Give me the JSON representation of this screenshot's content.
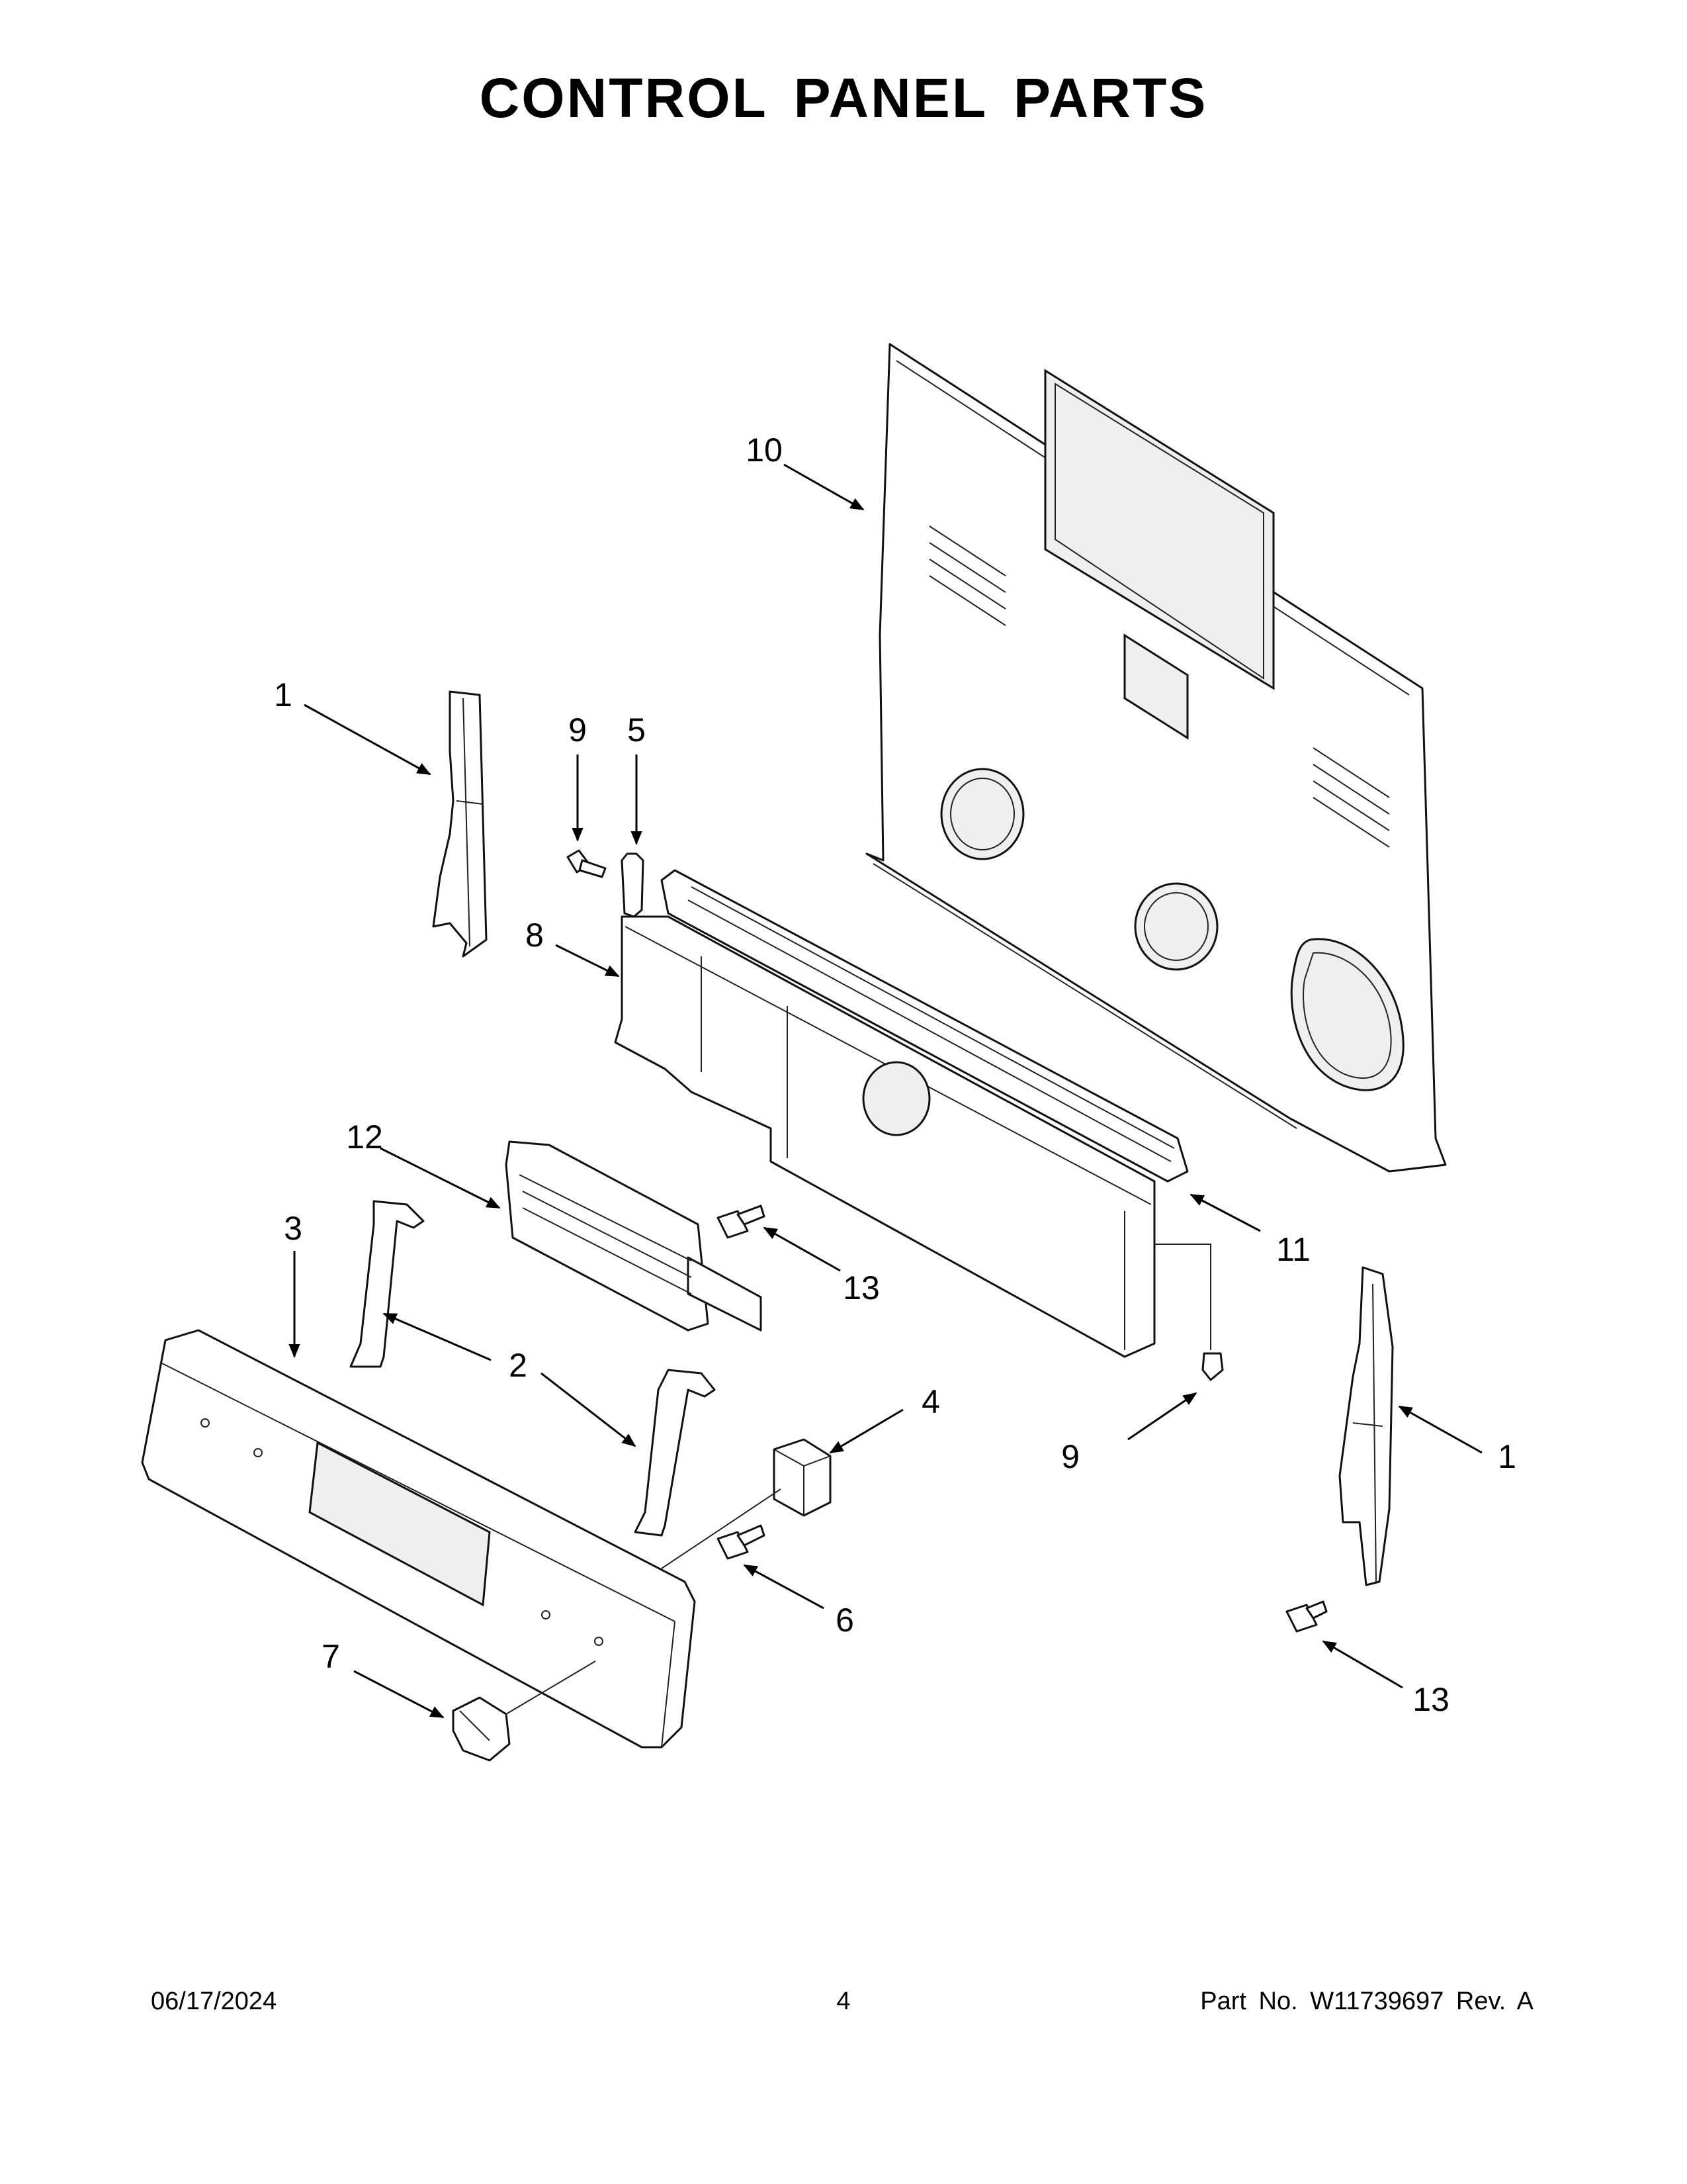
{
  "title": "CONTROL PANEL PARTS",
  "callouts": {
    "c1a": "1",
    "c1b": "1",
    "c2": "2",
    "c3": "3",
    "c4": "4",
    "c5": "5",
    "c6": "6",
    "c7": "7",
    "c8": "8",
    "c9a": "9",
    "c9b": "9",
    "c10": "10",
    "c11": "11",
    "c12": "12",
    "c13a": "13",
    "c13b": "13"
  },
  "footer": {
    "date": "06/17/2024",
    "page": "4",
    "part_no": "Part No.  W11739697  Rev.  A"
  }
}
